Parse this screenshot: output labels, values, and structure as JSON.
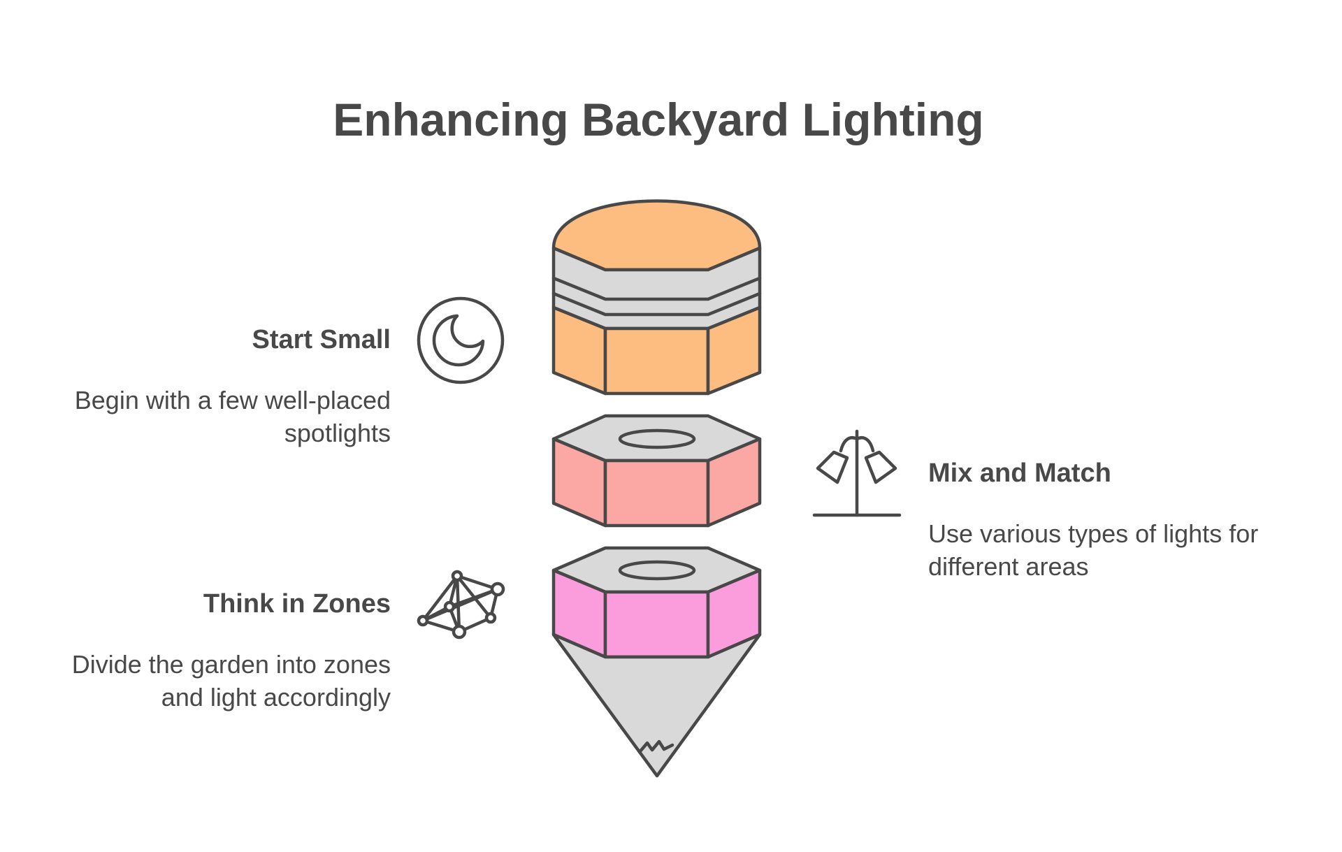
{
  "title": "Enhancing Backyard Lighting",
  "colors": {
    "text": "#484848",
    "outline": "#484848",
    "grey_face": "#D9D9D9",
    "eraser_orange": "#FDBC80",
    "band_salmon": "#FBA7A3",
    "band_pink": "#FB9CDC",
    "background": "#FFFFFF"
  },
  "items": [
    {
      "heading": "Start Small",
      "description_lines": [
        "Begin with a few well-placed",
        "spotlights"
      ],
      "icon": "moon-clock-icon",
      "side": "left"
    },
    {
      "heading": "Mix and Match",
      "description_lines": [
        "Use various types of lights for",
        "different areas"
      ],
      "icon": "floor-lamp-icon",
      "side": "right"
    },
    {
      "heading": "Think in Zones",
      "description_lines": [
        "Divide the garden into zones",
        "and light accordingly"
      ],
      "icon": "network-nodes-icon",
      "side": "left"
    }
  ]
}
